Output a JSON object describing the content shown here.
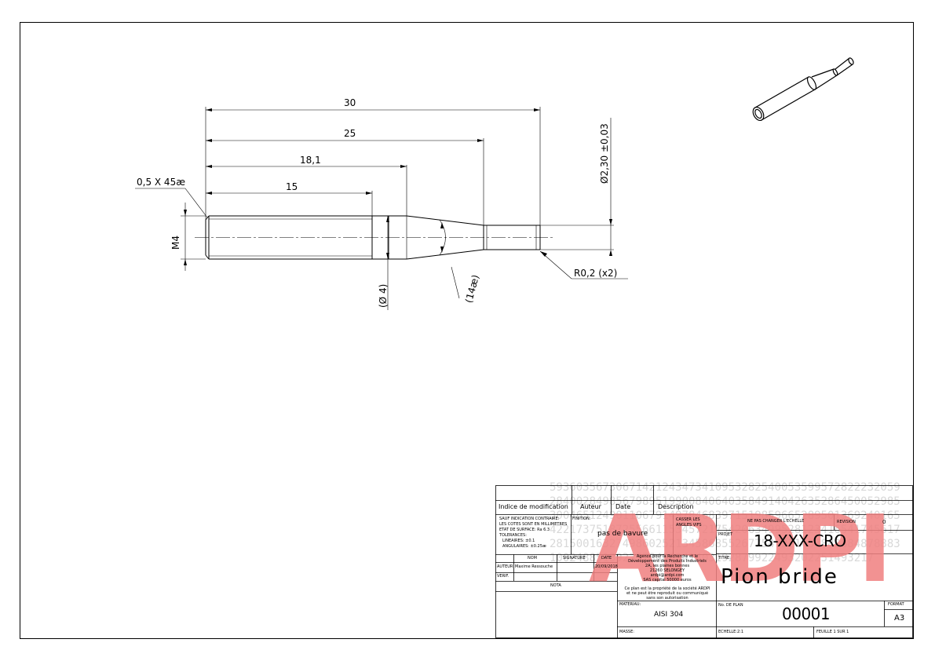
{
  "drawing": {
    "dimensions": {
      "len_30": "30",
      "len_25": "25",
      "len_18_1": "18,1",
      "len_15": "15",
      "chamfer": "0,5 X 45æ",
      "thread": "M4",
      "diameter_4": "4",
      "angle": "14æ",
      "diameter_small": "2,30 ±0,03",
      "radius": "R0,2 (x2)"
    },
    "symbols": {
      "diameter": "Ø"
    }
  },
  "title_block": {
    "revision_table": {
      "indice": "Indice de modification",
      "auteur": "Auteur",
      "date": "Date",
      "description": "Description"
    },
    "general_notes": {
      "line1": "SAUF INDICATION CONTRAIRE:",
      "line2": "LES COTES SONT EN MILLIMETRES",
      "line3": "ETAT DE SURFACE: Ra 6.3",
      "line4": "TOLERANCES:",
      "line5": "LINEAIRES: ±0.1",
      "line6": "ANGULAIRES: ±0.25æ"
    },
    "finition_label": "FINITION:",
    "finition_value": "pas de bavure",
    "casser": "CASSER LES ANGLES VIFS",
    "ne_pas_changer": "NE PAS CHANGER L'ECHELLE",
    "revision_label": "REVISION",
    "revision_value": "0",
    "projet_label": "PROJET",
    "projet_value": "18-XXX-CRO",
    "titre_label": "TITRE:",
    "titre_value": "Pion bride",
    "table_heads": {
      "nom": "NOM",
      "signature": "SIGNATURE",
      "date": "DATE"
    },
    "auteur_label": "AUTEUR",
    "auteur_name": "Maxime Ressouche",
    "auteur_date": "20/09/2018",
    "verif_label": "VERIF.",
    "nota_label": "NOTA",
    "company": {
      "line1": "Agence pour la Recherche et le",
      "line2": "Développement des Produits Industriels",
      "line3": "2A, les plaines bonnes",
      "line4": "21260 SELONGEY",
      "line5": "ardpi@ardpi.com",
      "line6": "SAS capital 50000 euros",
      "note1": "Ce plan est la propriété de la société ARDPI",
      "note2": "et ne peut être reproduit ou communiqué",
      "note3": "sans son autorisation"
    },
    "logo_text": "ARDPI",
    "materiau_label": "MATERIAU:",
    "materiau_value": "AISI 304",
    "no_plan_label": "No. DE PLAN",
    "no_plan_value": "00001",
    "format_label": "FORMAT",
    "format_value": "A3",
    "masse_label": "MASSE:",
    "echelle": "ECHELLE:2:1",
    "feuille": "FEUILLE 1 SUR 1",
    "watermark_digits": "59360356730671421243473410953282540053599572822232059284002849856798951990084064035849140426352864500529853004651249011067914978468397151985966528950136924016542217375187255661153457217542063499528123416541745617281500163274986025213458685526775472214578828848788831002488513923578480941403192879922493202251493217"
  },
  "colors": {
    "line": "#000000",
    "logo": "#f08080",
    "watermark": "#d0d0d0"
  }
}
